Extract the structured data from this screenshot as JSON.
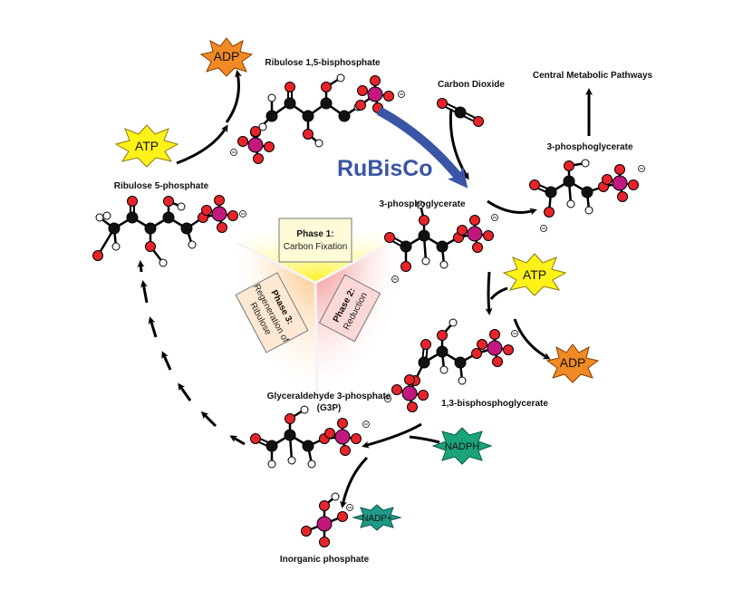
{
  "title_enzyme": "RuBisCo",
  "phases": {
    "phase1": {
      "title": "Phase 1:",
      "subtitle": "Carbon Fixation"
    },
    "phase2": {
      "title": "Phase 2:",
      "subtitle": "Reduction"
    },
    "phase3": {
      "title": "Phase 3:",
      "subtitle_line1": "Regeneration of",
      "subtitle_line2": "Ribulose"
    }
  },
  "molecules": {
    "rubp": "Ribulose 1,5-bisphosphate",
    "co2": "Carbon Dioxide",
    "pga_top": "3-phosphoglycerate",
    "central": "Central Metabolic Pathways",
    "pga_right": "3-phosphoglycerate",
    "bpg": "1,3-bisphosphoglycerate",
    "g3p_line1": "Glyceraldehyde 3-phosphate",
    "g3p_line2": "(G3P)",
    "pi": "Inorganic phosphate",
    "ru5p": "Ribulose 5-phosphate"
  },
  "badges": {
    "adp_top": "ADP",
    "atp_left": "ATP",
    "atp_right": "ATP",
    "adp_right": "ADP",
    "nadph": "NADPH",
    "nadp": "NADP+"
  },
  "colors": {
    "carbon": "#111111",
    "oxygen": "#e8242b",
    "phosphorus": "#c2187d",
    "hydrogen": "#ffffff",
    "rubisco_arrow": "#3a55a5",
    "adp_fill": "#f08a24",
    "atp_fill": "#fff21a",
    "nadph_fill": "#1aa37a",
    "nadp_fill": "#1f9a86"
  }
}
